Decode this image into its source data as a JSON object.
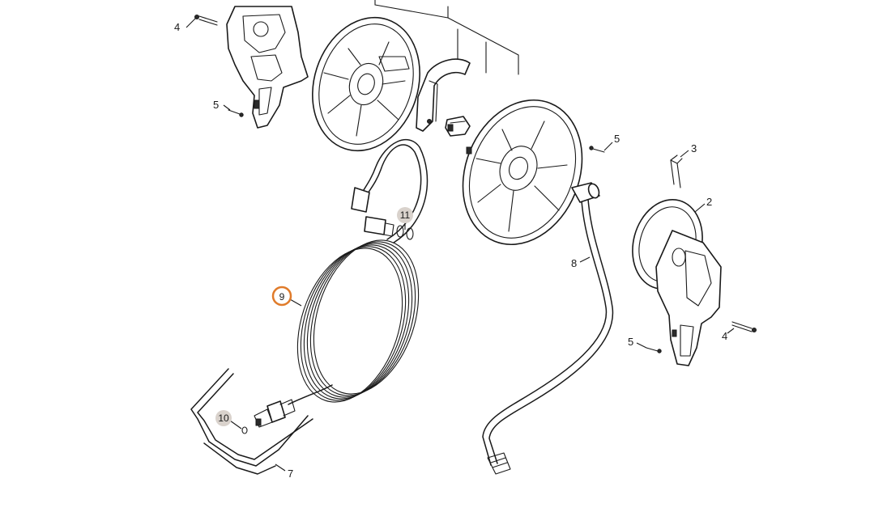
{
  "diagram": {
    "callouts": [
      {
        "id": "c4a",
        "label": "4"
      },
      {
        "id": "c5a",
        "label": "5"
      },
      {
        "id": "c5b",
        "label": "5"
      },
      {
        "id": "c3",
        "label": "3"
      },
      {
        "id": "c2",
        "label": "2"
      },
      {
        "id": "c8",
        "label": "8"
      },
      {
        "id": "c11",
        "label": "11"
      },
      {
        "id": "c9",
        "label": "9"
      },
      {
        "id": "c10",
        "label": "10"
      },
      {
        "id": "c7",
        "label": "7"
      },
      {
        "id": "c5c",
        "label": "5"
      },
      {
        "id": "c4b",
        "label": "4"
      }
    ],
    "highlight_color": "#e07b2a",
    "muted_bubble_color": "#d9d2cc"
  }
}
